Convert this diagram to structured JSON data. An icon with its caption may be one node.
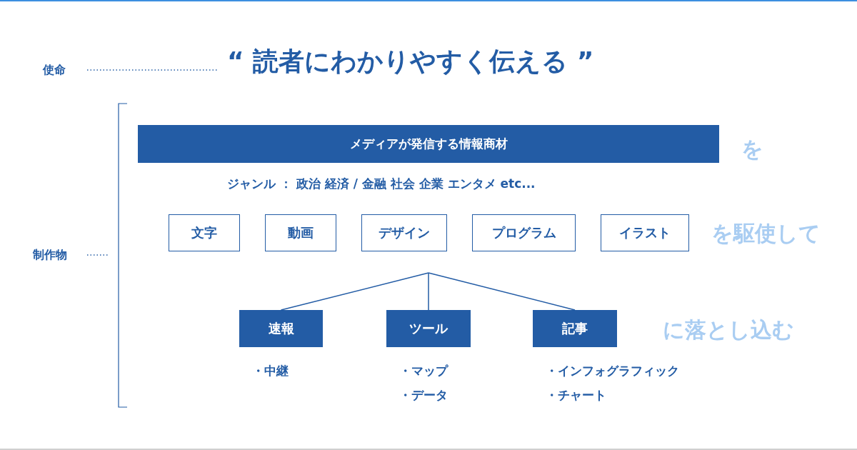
{
  "diagram": {
    "title": "“ 読者にわかりやすく伝える ”",
    "nodes": [
      {
        "text": [
          "メディアが発信する情報商材"
        ]
      },
      {
        "text": [
          "文字"
        ]
      },
      {
        "text": [
          "動画"
        ]
      },
      {
        "text": [
          "デザイン"
        ]
      },
      {
        "text": [
          "プログラム"
        ]
      },
      {
        "text": [
          "イラスト"
        ]
      },
      {
        "text": [
          "速報"
        ],
        "beside": [
          "・中継"
        ]
      },
      {
        "text": [
          "ツール"
        ],
        "beside": [
          "・マップ",
          "・データ"
        ]
      },
      {
        "text": [
          "記事"
        ],
        "beside": [
          "・インフォグラフィック",
          "・チャート"
        ]
      }
    ],
    "edges": [
      {
        "from": null,
        "to": 6,
        "arrow": "none"
      },
      {
        "from": null,
        "to": 7,
        "arrow": "none"
      },
      {
        "from": null,
        "to": 8,
        "arrow": "none"
      }
    ],
    "labels": [
      "使命",
      "を",
      "ジャンル ： 政治 経済 / 金融 社会 企業 エンタメ etc...",
      "を駆使して",
      "制作物",
      "に落とし込む"
    ]
  }
}
